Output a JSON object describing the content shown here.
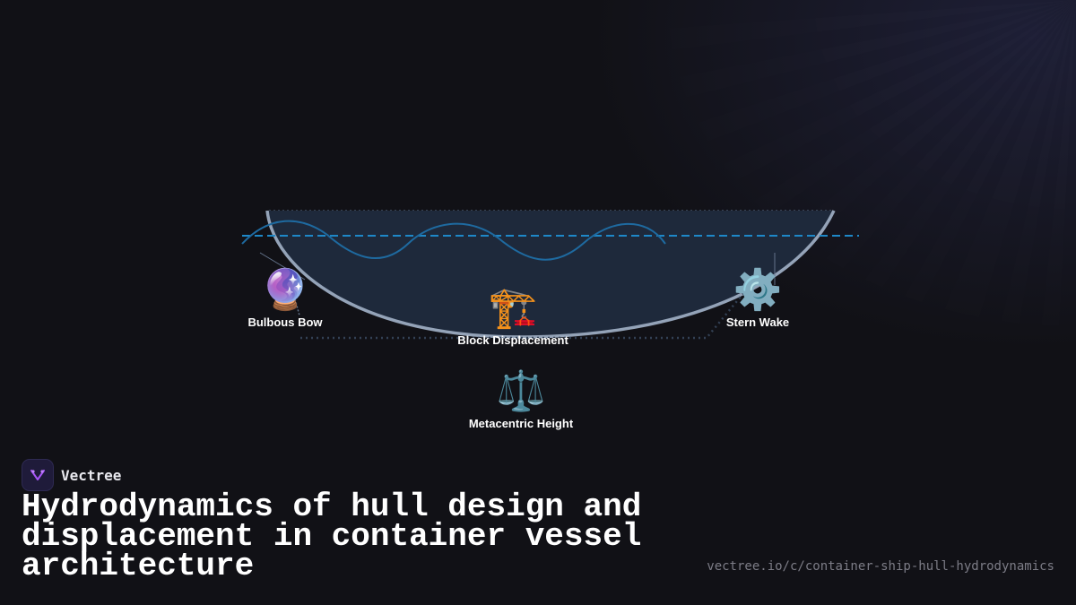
{
  "diagram": {
    "nodes": [
      {
        "id": "bulbous-bow",
        "label": "Bulbous Bow",
        "emoji": "🔮"
      },
      {
        "id": "block-displacement",
        "label": "Block Displacement",
        "emoji": "🏗️"
      },
      {
        "id": "stern-wake",
        "label": "Stern Wake",
        "emoji": "⚙️"
      },
      {
        "id": "metacentric-height",
        "label": "Metacentric Height",
        "emoji": "⚖️"
      }
    ],
    "colors": {
      "hull_fill": "#1e293b",
      "hull_stroke": "#94a3b8",
      "waterline": "#1e88c8",
      "wave": "#1e6aa0",
      "keel_dots": "#334155"
    }
  },
  "brand": {
    "name": "Vectree",
    "logo_icon": "vectree-logo-icon"
  },
  "title": "Hydrodynamics of hull design and displacement in container vessel architecture",
  "url": "vectree.io/c/container-ship-hull-hydrodynamics"
}
